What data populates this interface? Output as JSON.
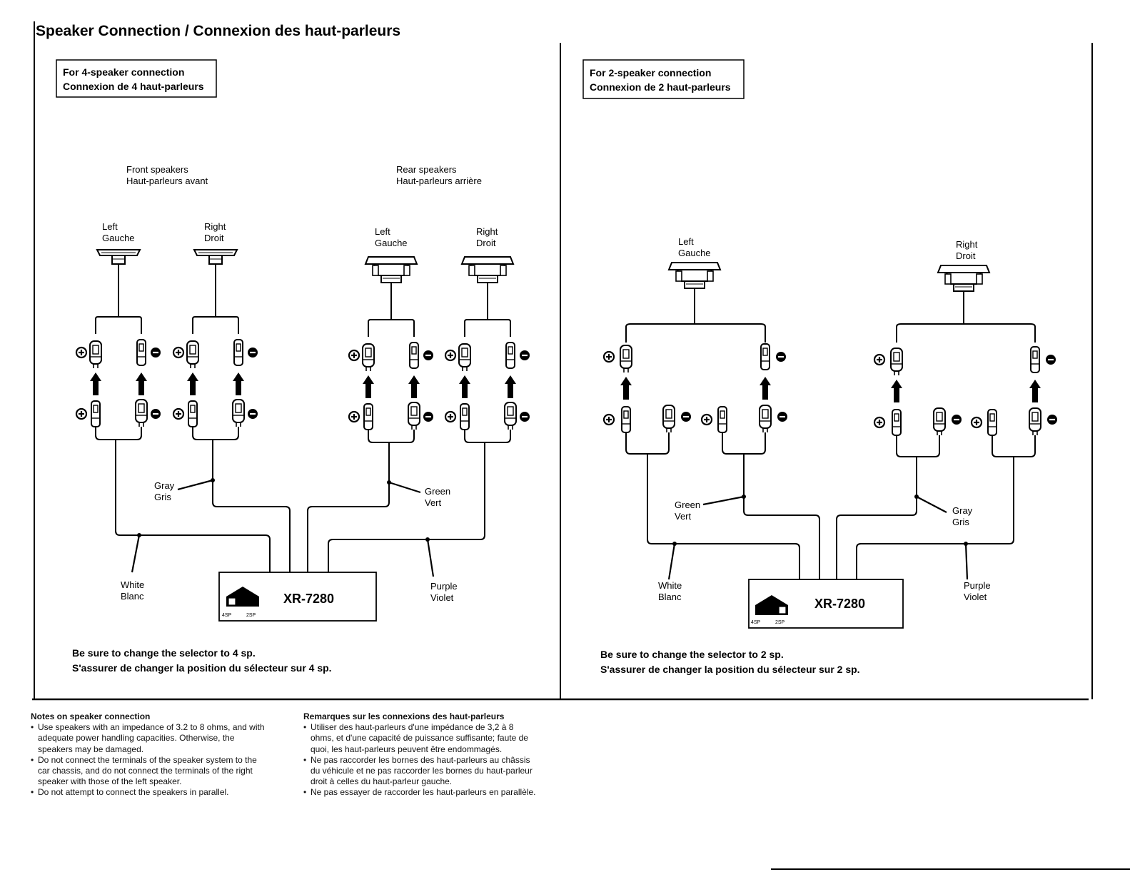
{
  "title": "Speaker Connection / Connexion des haut-parleurs",
  "left_panel": {
    "box_line1": "For 4-speaker connection",
    "box_line2": "Connexion de 4 haut-parleurs",
    "front_en": "Front speakers",
    "front_fr": "Haut-parleurs avant",
    "rear_en": "Rear speakers",
    "rear_fr": "Haut-parleurs arrière",
    "speakers": [
      {
        "en": "Left",
        "fr": "Gauche"
      },
      {
        "en": "Right",
        "fr": "Droit"
      },
      {
        "en": "Left",
        "fr": "Gauche"
      },
      {
        "en": "Right",
        "fr": "Droit"
      }
    ],
    "wire_gray": {
      "en": "Gray",
      "fr": "Gris"
    },
    "wire_green": {
      "en": "Green",
      "fr": "Vert"
    },
    "wire_white": {
      "en": "White",
      "fr": "Blanc"
    },
    "wire_purple": {
      "en": "Purple",
      "fr": "Violet"
    },
    "unit_model": "XR-7280",
    "switch_4sp": "4SP",
    "switch_2sp": "2SP",
    "note_en": "Be sure to change the selector to 4 sp.",
    "note_fr": "S'assurer de changer la position du sélecteur sur 4 sp."
  },
  "right_panel": {
    "box_line1": "For 2-speaker connection",
    "box_line2": "Connexion de 2 haut-parleurs",
    "speakers": [
      {
        "en": "Left",
        "fr": "Gauche"
      },
      {
        "en": "Right",
        "fr": "Droit"
      }
    ],
    "wire_green": {
      "en": "Green",
      "fr": "Vert"
    },
    "wire_gray": {
      "en": "Gray",
      "fr": "Gris"
    },
    "wire_white": {
      "en": "White",
      "fr": "Blanc"
    },
    "wire_purple": {
      "en": "Purple",
      "fr": "Violet"
    },
    "unit_model": "XR-7280",
    "switch_4sp": "4SP",
    "switch_2sp": "2SP",
    "note_en": "Be sure to change the selector to 2 sp.",
    "note_fr": "S'assurer de changer la position du sélecteur sur 2 sp."
  },
  "notes_en": {
    "heading": "Notes on speaker connection",
    "items": [
      "Use speakers with an impedance of 3.2 to 8 ohms, and with adequate power handling capacities. Otherwise, the speakers may be damaged.",
      "Do not connect the terminals of the speaker system to the car chassis, and do not connect the terminals of the right speaker with those of the left speaker.",
      "Do not attempt to connect the speakers in parallel."
    ]
  },
  "notes_fr": {
    "heading": "Remarques sur les connexions des haut-parleurs",
    "items": [
      "Utiliser des haut-parleurs d'une impédance de 3,2 à 8 ohms, et d'une capacité de puissance suffisante; faute de quoi, les haut-parleurs peuvent être endommagés.",
      "Ne pas raccorder les bornes des haut-parleurs au châssis du véhicule et ne pas raccorder les bornes du haut-parleur droit à celles du haut-parleur gauche.",
      "Ne pas essayer de raccorder les haut-parleurs en parallèle."
    ]
  }
}
